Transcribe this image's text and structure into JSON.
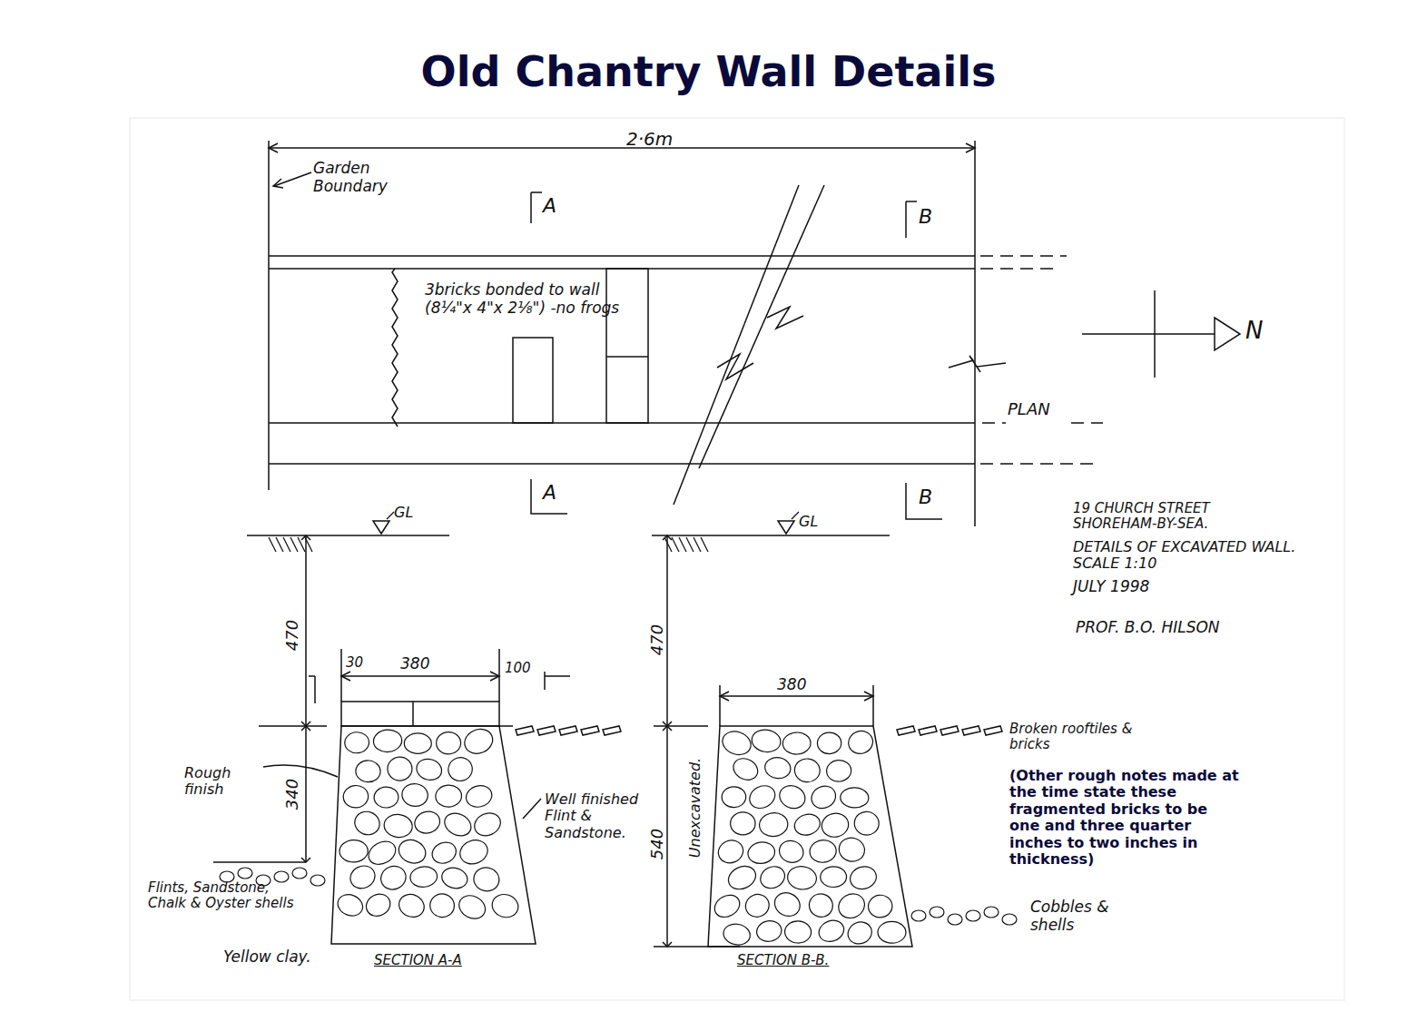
{
  "diagram": {
    "title": "Old Chantry Wall Details",
    "labels": [
      "2·6m",
      "Garden Boundary",
      "A",
      "B",
      "3bricks bonded to wall (8¼\"x 4\"x 2⅛\") -no frogs",
      "N",
      "PLAN",
      "A",
      "B",
      "GL",
      "GL",
      "19 CHURCH STREET SHOREHAM-BY-SEA.",
      "DETAILS OF EXCAVATED WALL. SCALE 1:10",
      "JULY 1998",
      "PROF. B.O. HILSON",
      "470",
      "470",
      "30",
      "380",
      "100",
      "380",
      "Broken rooftiles & bricks",
      "(Other rough notes made at the time state these fragmented bricks to be one and three quarter inches to two inches in thickness)",
      "Rough finish",
      "340",
      "Well finished Flint & Sandstone.",
      "540",
      "Unexcavated.",
      "Flints, Sandstone, Chalk & Oyster shells",
      "Cobbles & shells",
      "Yellow clay.",
      "SECTION A-A",
      "SECTION B-B."
    ]
  }
}
